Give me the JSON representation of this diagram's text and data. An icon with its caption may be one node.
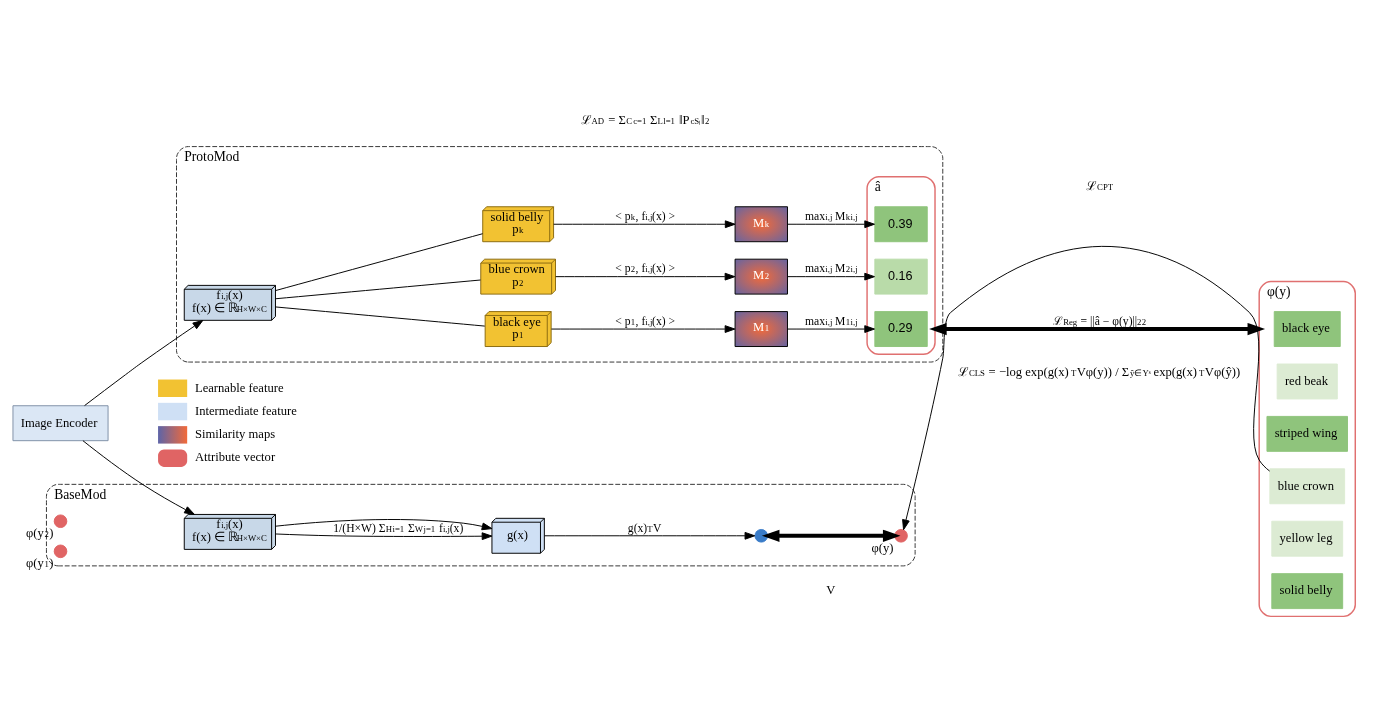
{
  "diagram": {
    "nodes": [
      {
        "text": [
          "Image Encoder"
        ]
      },
      {
        "text": [
          "ProtoMod"
        ]
      },
      {
        "text": [
          "f$_{i,j}$(x)",
          "f(x) ∈ ℝ$^{H×W×C}$"
        ],
        "in": 1
      },
      {
        "text": [
          "black eye",
          "p$_{1}$"
        ],
        "in": 1
      },
      {
        "text": [
          "blue crown",
          "p$_{2}$"
        ],
        "in": 1
      },
      {
        "text": [
          "solid belly",
          "p$_{k}$"
        ],
        "in": 1
      },
      {
        "text": [
          "M$^{1}$"
        ],
        "in": 1
      },
      {
        "text": [
          "M$^{2}$"
        ],
        "in": 1
      },
      {
        "text": [
          "M$^{k}$"
        ],
        "in": 1
      },
      {
        "text": [
          "â"
        ],
        "in": 1
      },
      {
        "text": [
          "0.29"
        ],
        "in": 9
      },
      {
        "text": [
          "0.16"
        ],
        "in": 9
      },
      {
        "text": [
          "0.39"
        ],
        "in": 9
      },
      {
        "text": [
          "φ(y)"
        ]
      },
      {
        "text": [
          "black eye"
        ],
        "in": 13
      },
      {
        "text": [
          "red beak"
        ],
        "in": 13
      },
      {
        "text": [
          "striped wing"
        ],
        "in": 13
      },
      {
        "text": [
          "blue crown"
        ],
        "in": 13
      },
      {
        "text": [
          "yellow leg"
        ],
        "in": 13
      },
      {
        "text": [
          "solid belly"
        ],
        "in": 13
      },
      {
        "text": [
          "BaseMod"
        ]
      },
      {
        "text": [
          "f$_{i,j}$(x)",
          "f(x) ∈ ℝ$^{H×W×C}$"
        ],
        "in": 20
      },
      {
        "text": [
          "g(x)"
        ],
        "in": 20
      },
      {
        "text": [],
        "shape": "circle",
        "in": 20
      },
      {
        "text": [],
        "shape": "circle",
        "in": 20,
        "beside": [
          "φ(y)"
        ]
      },
      {
        "text": [],
        "shape": "circle",
        "in": 20,
        "beside": [
          "φ(y$_{2}$)"
        ]
      },
      {
        "text": [],
        "shape": "circle",
        "in": 20,
        "beside": [
          "φ(y$_{1}$)"
        ]
      }
    ],
    "edges": [
      {
        "from": 0,
        "to": 2,
        "arrow": "to"
      },
      {
        "from": 0,
        "to": 21,
        "arrow": "to"
      },
      {
        "from": 2,
        "to": 3,
        "arrow": "none"
      },
      {
        "from": 2,
        "to": 4,
        "arrow": "none"
      },
      {
        "from": 2,
        "to": 5,
        "arrow": "none"
      },
      {
        "from": 3,
        "to": 6,
        "arrow": "to",
        "label": "< p$_{1}$, f$_{i,j}$(x) >"
      },
      {
        "from": 4,
        "to": 7,
        "arrow": "to",
        "label": "< p$_{2}$, f$_{i,j}$(x) >"
      },
      {
        "from": 5,
        "to": 8,
        "arrow": "to",
        "label": "< p$_{k}$, f$_{i,j}$(x) >"
      },
      {
        "from": 6,
        "to": 10,
        "arrow": "to",
        "label": "max$_{i,j}$ M$^{1}$$_{i,j}$"
      },
      {
        "from": 7,
        "to": 11,
        "arrow": "to",
        "label": "max$_{i,j}$ M$^{2}$$_{i,j}$"
      },
      {
        "from": 8,
        "to": 12,
        "arrow": "to",
        "label": "max$_{i,j}$ M$^{k}$$_{i,j}$"
      },
      {
        "from": 9,
        "to": 13,
        "arrow": "both",
        "style": "thick",
        "label": "ℒ$_{Reg}$ = ||â − φ(y)||$^{2}$$_{2}$"
      },
      {
        "from": 17,
        "to": 24,
        "arrow": "to"
      },
      {
        "from": 21,
        "to": 22,
        "arrow": "to",
        "label": "1/(H×W) Σ$^{H}$$_{i=1}$ Σ$^{W}$$_{j=1}$ f$_{i,j}$(x)"
      },
      {
        "from": 21,
        "to": 22,
        "arrow": "to"
      },
      {
        "from": 22,
        "to": 23,
        "arrow": "to",
        "label": "g(x)$^{T}$V"
      },
      {
        "from": 23,
        "to": 24,
        "arrow": "both",
        "style": "thick"
      }
    ],
    "labels": [
      "ℒ$_{AD}$ = Σ$^{C}$$_{c=1}$ Σ$^{L}$$_{l=1}$ ‖P$_{c}$$^{Sₗ}$‖$_{2}$",
      "ℒ$_{CPT}$",
      "V",
      "ℒ$_{CLS}$ = −log exp(g(x)$^{T}$Vφ(y)) / Σ$_{ŷ∈Yˢ}$ exp(g(x)$^{T}$Vφ(ŷ))"
    ],
    "legend": [
      {
        "text": "Learnable feature"
      },
      {
        "text": "Intermediate feature"
      },
      {
        "text": "Similarity maps"
      },
      {
        "text": "Attribute vector"
      }
    ]
  }
}
